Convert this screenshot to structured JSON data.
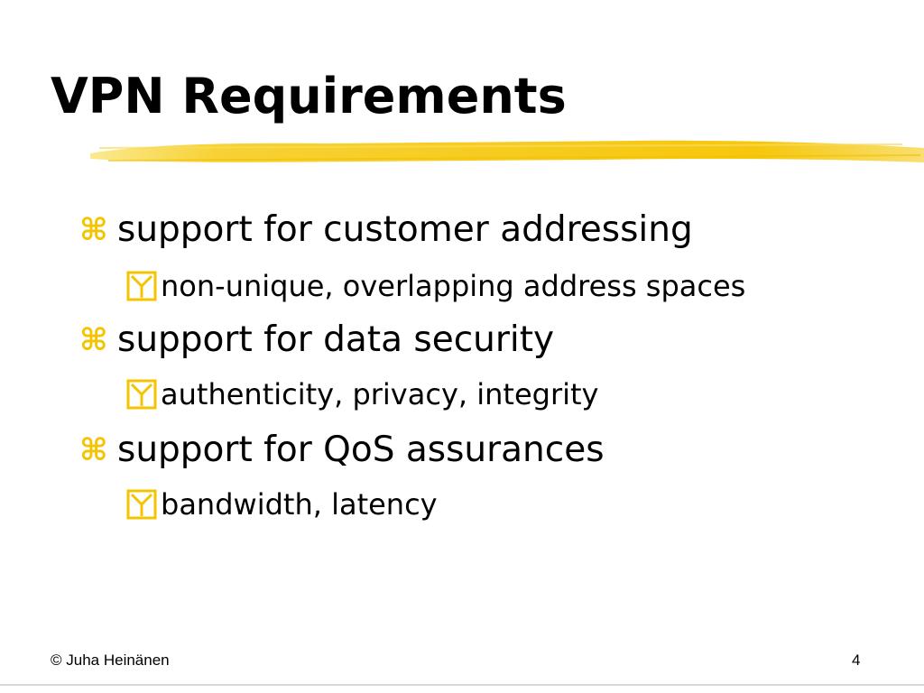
{
  "slide": {
    "title": "VPN Requirements",
    "accent_color": "#f5c400",
    "bullets": [
      {
        "level": 1,
        "icon": "command-bullet-icon",
        "glyph": "⌘",
        "text": "support for customer addressing"
      },
      {
        "level": 2,
        "icon": "checkbox-bullet-icon",
        "text": "non-unique, overlapping address spaces"
      },
      {
        "level": 1,
        "icon": "command-bullet-icon",
        "glyph": "⌘",
        "text": "support for data security"
      },
      {
        "level": 2,
        "icon": "checkbox-bullet-icon",
        "text": "authenticity, privacy, integrity"
      },
      {
        "level": 1,
        "icon": "command-bullet-icon",
        "glyph": "⌘",
        "text": "support for QoS assurances"
      },
      {
        "level": 2,
        "icon": "checkbox-bullet-icon",
        "text": "bandwidth, latency"
      }
    ],
    "footer": {
      "author": "© Juha Heinänen",
      "page_number": "4"
    }
  }
}
